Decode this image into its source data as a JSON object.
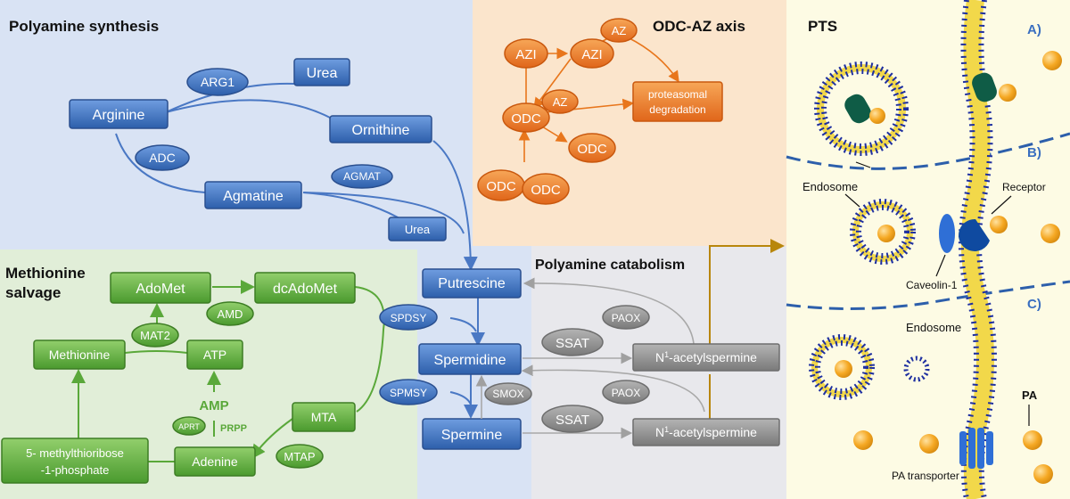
{
  "panels": {
    "synthesis": "Polyamine synthesis",
    "odc_az": "ODC-AZ axis",
    "pts": "PTS",
    "methionine_line1": "Methionine",
    "methionine_line2": "salvage",
    "catabolism": "Polyamine catabolism"
  },
  "synthesis": {
    "arginine": "Arginine",
    "arg1": "ARG1",
    "urea_top": "Urea",
    "ornithine": "Ornithine",
    "adc": "ADC",
    "agmat": "AGMAT",
    "agmatine": "Agmatine",
    "urea_bottom": "Urea"
  },
  "odc_az": {
    "azi_left": "AZI",
    "azi_right": "AZI",
    "az_top": "AZ",
    "az_mid": "AZ",
    "odc_center": "ODC",
    "odc_right": "ODC",
    "odc_bottom_left": "ODC",
    "odc_bottom_right": "ODC",
    "degradation_line1": "proteasomal",
    "degradation_line2": "degradation"
  },
  "core": {
    "putrescine": "Putrescine",
    "spermidine": "Spermidine",
    "spermine": "Spermine",
    "spdsy": "SPDSY",
    "spmsy": "SPMSY"
  },
  "methionine": {
    "adomet": "AdoMet",
    "dcadomet": "dcAdoMet",
    "amd": "AMD",
    "mat2": "MAT2",
    "methionine": "Methionine",
    "atp": "ATP",
    "amp": "AMP",
    "aprt": "APRT",
    "prpp": "PRPP",
    "mta": "MTA",
    "mtap": "MTAP",
    "adenine": "Adenine",
    "mtrp_line1": "5- methylthioribose",
    "mtrp_line2": "-1-phosphate"
  },
  "catabolism": {
    "paox_top": "PAOX",
    "ssat_top": "SSAT",
    "acetyl_top_prefix": "N",
    "acetyl_top_sup": "1",
    "acetyl_top_suffix": "-acetylspermine",
    "smox": "SMOX",
    "paox_bottom": "PAOX",
    "ssat_bottom": "SSAT",
    "acetyl_bottom_prefix": "N",
    "acetyl_bottom_sup": "1",
    "acetyl_bottom_suffix": "-acetylspermine"
  },
  "pts": {
    "label_a": "A)",
    "label_b": "B)",
    "label_c": "C)",
    "endosome_b": "Endosome",
    "receptor": "Receptor",
    "caveolin": "Caveolin-1",
    "endosome_c": "Endosome",
    "pa": "PA",
    "pa_transporter": "PA transporter"
  },
  "colors": {
    "blue_box": "#3a6fc0",
    "green_box": "#5aa83a",
    "orange_box": "#e8761c",
    "gray_box": "#8c8c8c",
    "synthesis_bg": "#d9e3f4",
    "methionine_bg": "#e1eed8",
    "odc_bg": "#fbe5cc",
    "catabolism_bg": "#e8e8ec",
    "pts_bg": "#fdfbe4"
  }
}
